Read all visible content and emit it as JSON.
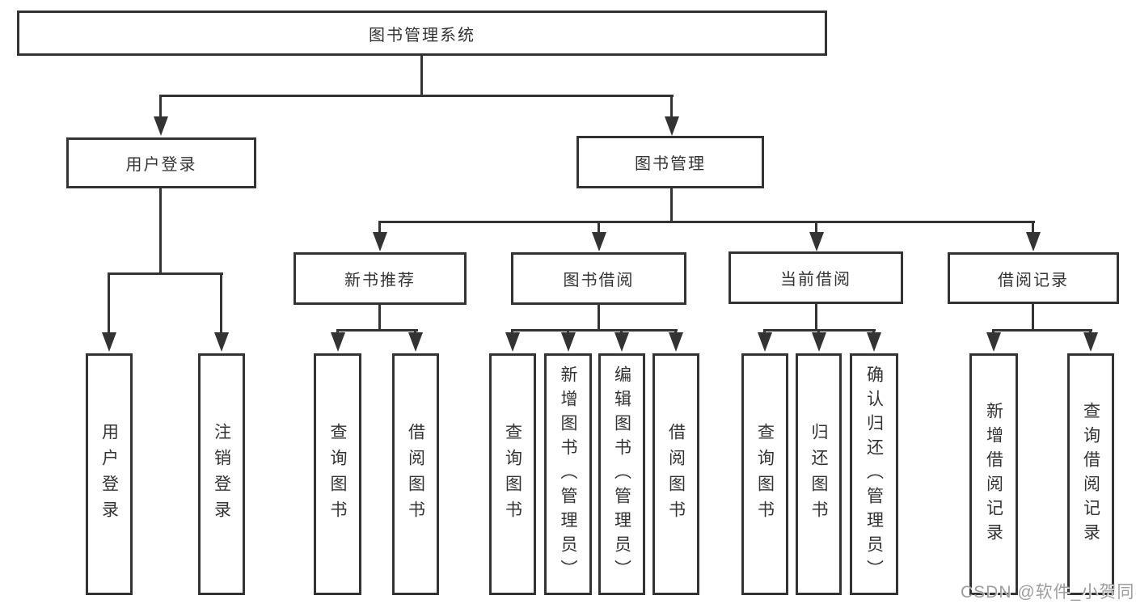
{
  "colors": {
    "background": "#ffffff",
    "line": "#333333",
    "box_border": "#333333",
    "text": "#333333",
    "watermark": "#9e9e9e"
  },
  "watermark": {
    "text": "CSDN @软件_小贺同学"
  },
  "diagram": {
    "type": "hierarchy-tree",
    "root": {
      "label": "图书管理系统"
    },
    "branches": [
      {
        "label": "用户登录",
        "children": [
          {
            "label": "用户登录"
          },
          {
            "label": "注销登录"
          }
        ]
      },
      {
        "label": "图书管理",
        "children": [
          {
            "label": "新书推荐",
            "children": [
              {
                "label": "查询图书"
              },
              {
                "label": "借阅图书"
              }
            ]
          },
          {
            "label": "图书借阅",
            "children": [
              {
                "label": "查询图书"
              },
              {
                "label": "新增图书（管理员）"
              },
              {
                "label": "编辑图书（管理员）"
              },
              {
                "label": "借阅图书"
              }
            ]
          },
          {
            "label": "当前借阅",
            "children": [
              {
                "label": "查询图书"
              },
              {
                "label": "归还图书"
              },
              {
                "label": "确认归还（管理员）"
              }
            ]
          },
          {
            "label": "借阅记录",
            "children": [
              {
                "label": "新增借阅记录"
              },
              {
                "label": "查询借阅记录"
              }
            ]
          }
        ]
      }
    ]
  }
}
